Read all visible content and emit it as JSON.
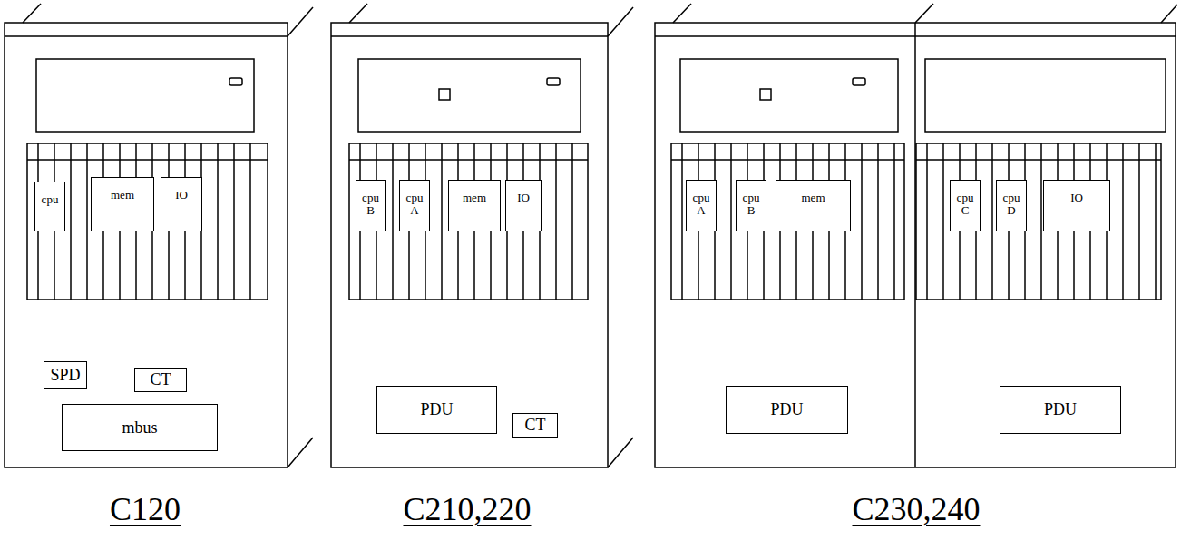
{
  "diagram": {
    "nodes": [
      {
        "text": [
          "cpu"
        ]
      },
      {
        "text": [
          "mem"
        ]
      },
      {
        "text": [
          "IO"
        ]
      },
      {
        "text": [
          "SPD"
        ]
      },
      {
        "text": [
          "CT"
        ]
      },
      {
        "text": [
          "mbus"
        ]
      },
      {
        "text": [
          "cpu B"
        ]
      },
      {
        "text": [
          "cpu A"
        ]
      },
      {
        "text": [
          "mem"
        ]
      },
      {
        "text": [
          "IO"
        ]
      },
      {
        "text": [
          "PDU"
        ]
      },
      {
        "text": [
          "CT"
        ]
      },
      {
        "text": [
          "cpu A"
        ]
      },
      {
        "text": [
          "cpu B"
        ]
      },
      {
        "text": [
          "mem"
        ]
      },
      {
        "text": [
          "cpu C"
        ]
      },
      {
        "text": [
          "cpu D"
        ]
      },
      {
        "text": [
          "IO"
        ]
      },
      {
        "text": [
          "PDU"
        ]
      },
      {
        "text": [
          "PDU"
        ]
      }
    ],
    "labels": [
      "C120",
      "C210,220",
      "C230,240"
    ]
  }
}
